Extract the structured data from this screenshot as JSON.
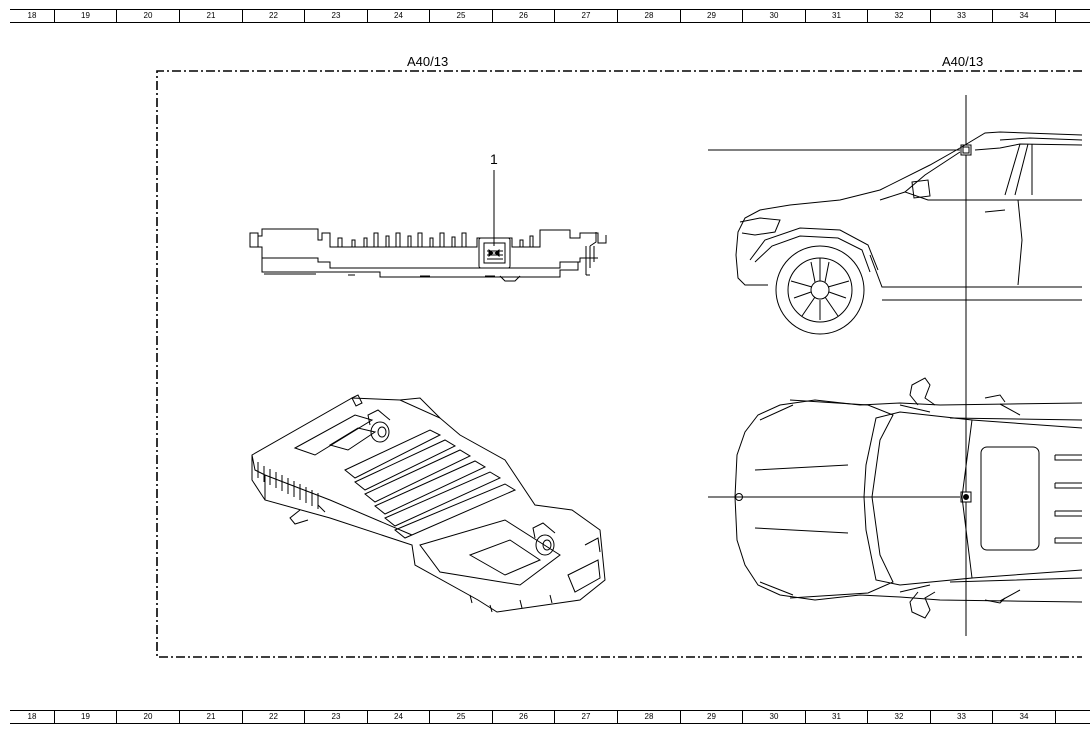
{
  "ruler": {
    "cells": [
      "18",
      "19",
      "20",
      "21",
      "22",
      "23",
      "24",
      "25",
      "26",
      "27",
      "28",
      "29",
      "30",
      "31",
      "32",
      "33",
      "34",
      ""
    ]
  },
  "labels": {
    "zone_left": "A40/13",
    "zone_right": "A40/13",
    "callout_1": "1"
  },
  "colors": {
    "line": "#000000",
    "background": "#ffffff"
  },
  "icons": [
    "connector-icon"
  ]
}
